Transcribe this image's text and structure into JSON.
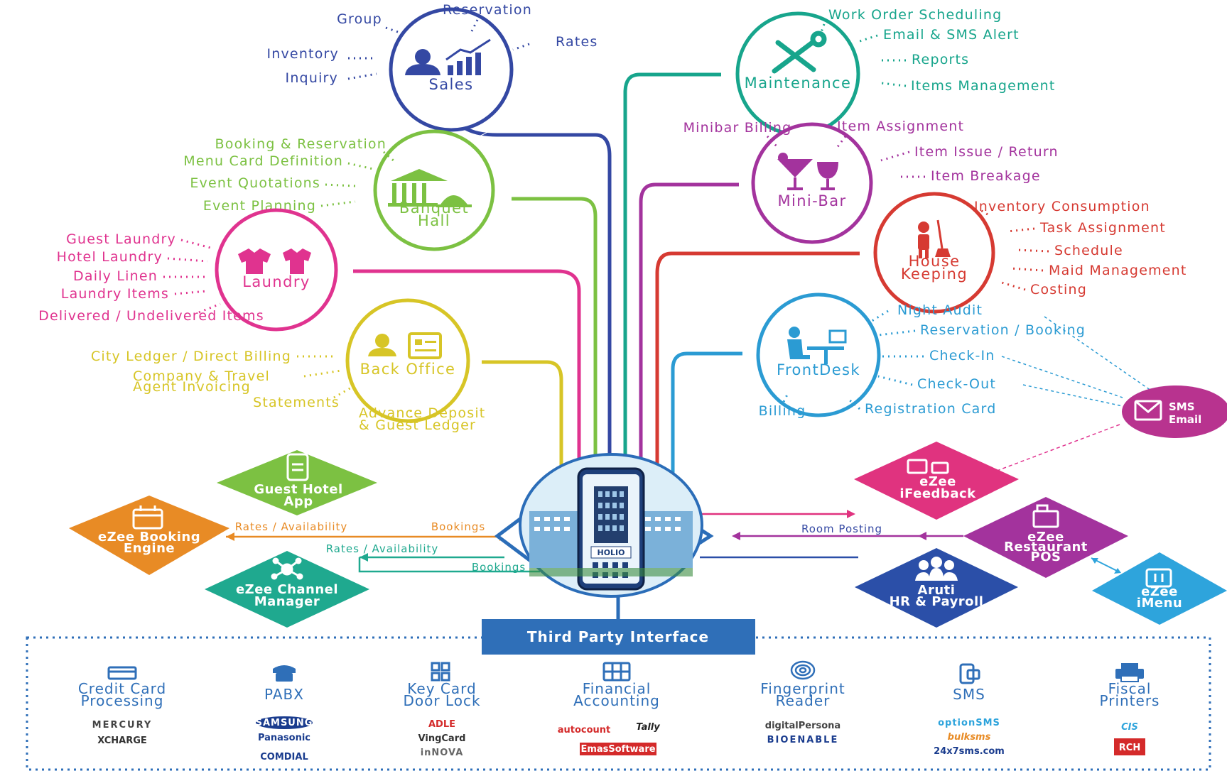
{
  "colors": {
    "sales": "#3448a3",
    "maintenance": "#17a58c",
    "banquet": "#7cc142",
    "minibar": "#a3339d",
    "laundry": "#e0338f",
    "housekeeping": "#d63a32",
    "backoffice": "#d7c526",
    "frontdesk": "#2b9bd3",
    "tp_blue": "#2f6fb8"
  },
  "modules": {
    "sales": {
      "title": "Sales",
      "icon": "sales-chart-icon",
      "items": {
        "reservation": "Reservation",
        "group": "Group",
        "rates": "Rates",
        "inventory": "Inventory",
        "inquiry": "Inquiry"
      }
    },
    "maintenance": {
      "title": "Maintenance",
      "icon": "wrench-screwdriver-icon",
      "items": [
        "Work Order Scheduling",
        "Email & SMS Alert",
        "Reports",
        "Items Management"
      ]
    },
    "banquet": {
      "title_line1": "Banquet",
      "title_line2": "Hall",
      "icon": "banquet-hall-icon",
      "items": [
        "Booking & Reservation",
        "Menu Card Definition",
        "Event Quotations",
        "Event Planning"
      ]
    },
    "minibar": {
      "title": "Mini-Bar",
      "icon": "cocktail-glasses-icon",
      "items": {
        "minibar_billing": "Minibar Billing",
        "item_assignment": "Item Assignment",
        "item_issue": "Item Issue / Return",
        "item_breakage": "Item Breakage"
      }
    },
    "laundry": {
      "title": "Laundry",
      "icon": "tshirt-icon",
      "items": [
        "Guest Laundry",
        "Hotel Laundry",
        "Daily Linen",
        "Laundry Items",
        "Delivered / Undelivered Items"
      ]
    },
    "housekeeping": {
      "title_line1": "House",
      "title_line2": "Keeping",
      "icon": "housekeeper-icon",
      "items": [
        "Inventory Consumption",
        "Task Assignment",
        "Schedule",
        "Maid Management",
        "Costing"
      ]
    },
    "backoffice": {
      "title": "Back Office",
      "icon": "back-office-icon",
      "items": {
        "city_ledger": "City Ledger / Direct Billing",
        "company_line1": "Company & Travel",
        "company_line2": "Agent Invoicing",
        "statements": "Statements",
        "advance_line1": "Advance Deposit",
        "advance_line2": "& Guest Ledger"
      }
    },
    "frontdesk": {
      "title": "FrontDesk",
      "icon": "front-desk-icon",
      "items": {
        "night_audit": "Night Audit",
        "reservation_booking": "Reservation / Booking",
        "check_in": "Check-In",
        "check_out": "Check-Out",
        "registration_card": "Registration Card",
        "billing": "Billing"
      }
    }
  },
  "sms_email": {
    "line1": "SMS",
    "line2": "Email",
    "icon": "sms-email-icon"
  },
  "integrations": {
    "guest_app": {
      "line1": "Guest Hotel",
      "line2": "App",
      "icon": "mobile-app-icon"
    },
    "booking_engine": {
      "line1": "eZee Booking",
      "line2": "Engine",
      "icon": "calendar-icon"
    },
    "channel_manager": {
      "line1": "eZee Channel",
      "line2": "Manager",
      "icon": "network-hub-icon"
    },
    "ifeedback": {
      "line1": "eZee",
      "line2": "iFeedback",
      "icon": "feedback-icon"
    },
    "restaurant_pos": {
      "line1": "eZee",
      "line2": "Restaurant",
      "line3": "POS",
      "icon": "cash-register-icon"
    },
    "hr_payroll": {
      "line1": "Aruti",
      "line2": "HR & Payroll",
      "icon": "people-icon"
    },
    "imenu": {
      "line1": "eZee",
      "line2": "iMenu",
      "icon": "menu-tablet-icon"
    }
  },
  "flows": {
    "rates_availability_top": "Rates / Availability",
    "bookings_top": "Bookings",
    "rates_availability_bottom": "Rates / Availability",
    "bookings_bottom": "Bookings",
    "room_posting": "Room Posting"
  },
  "center": {
    "brand": "HOLIO",
    "icon": "hotel-phone-icon"
  },
  "third_party": {
    "title": "Third Party Interface",
    "columns": [
      {
        "line1": "Credit Card",
        "line2": "Processing",
        "icon": "credit-card-icon",
        "logos": [
          "MERCURY",
          "XCHARGE"
        ]
      },
      {
        "line1": "PABX",
        "line2": "",
        "icon": "telephone-icon",
        "logos": [
          "SAMSUNG",
          "Panasonic",
          "COMDIAL"
        ]
      },
      {
        "line1": "Key Card",
        "line2": "Door Lock",
        "icon": "keycard-icon",
        "logos": [
          "ADLE",
          "VingCard",
          "inNOVA"
        ]
      },
      {
        "line1": "Financial",
        "line2": "Accounting",
        "icon": "accounting-grid-icon",
        "logos": [
          "autocount",
          "Tally",
          "EmasSoftware"
        ]
      },
      {
        "line1": "Fingerprint",
        "line2": "Reader",
        "icon": "fingerprint-icon",
        "logos": [
          "digitalPersona",
          "BIOENABLE"
        ]
      },
      {
        "line1": "SMS",
        "line2": "",
        "icon": "sms-phone-icon",
        "logos": [
          "optionSMS",
          "bulksms",
          "24x7sms.com"
        ]
      },
      {
        "line1": "Fiscal",
        "line2": "Printers",
        "icon": "printer-icon",
        "logos": [
          "CIS",
          "RCH"
        ]
      }
    ]
  }
}
